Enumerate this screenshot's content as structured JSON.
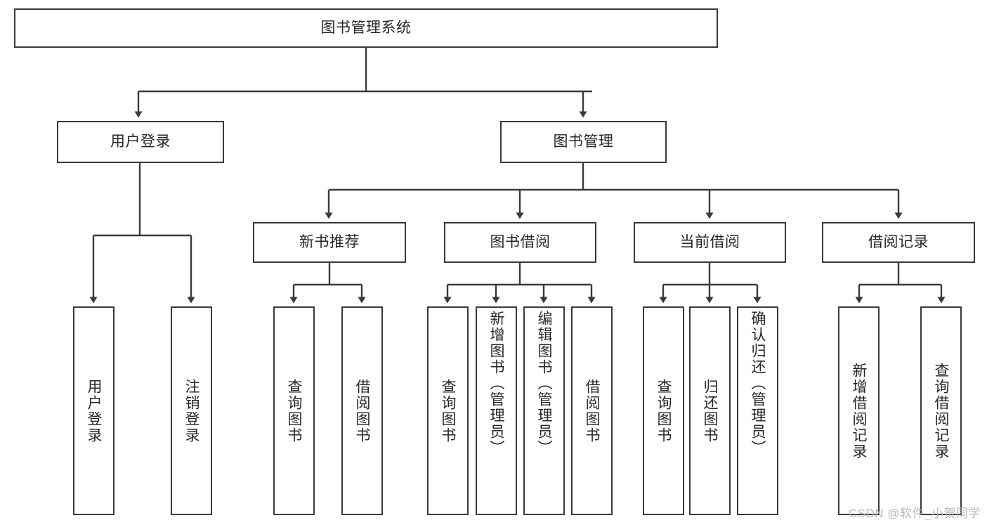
{
  "diagram": {
    "type": "tree-hierarchy",
    "title": "图书管理系统",
    "orientation": "top-down",
    "colors": {
      "box_border": "#3a3a3a",
      "box_fill": "#ffffff",
      "edge": "#3a3a3a",
      "text": "#262626",
      "watermark": "#b9b9b9"
    },
    "root": {
      "label": "图书管理系统"
    },
    "level2": [
      {
        "label": "用户登录"
      },
      {
        "label": "图书管理"
      }
    ],
    "level3": [
      {
        "label": "新书推荐"
      },
      {
        "label": "图书借阅"
      },
      {
        "label": "当前借阅"
      },
      {
        "label": "借阅记录"
      }
    ],
    "leaves": {
      "user_login": [
        {
          "label": "用户登录"
        },
        {
          "label": "注销登录"
        }
      ],
      "new_book_recommend": [
        {
          "label": "查询图书"
        },
        {
          "label": "借阅图书"
        }
      ],
      "book_borrow": [
        {
          "label": "查询图书"
        },
        {
          "label": "新增图书（管理员）"
        },
        {
          "label": "编辑图书（管理员）"
        },
        {
          "label": "借阅图书"
        }
      ],
      "current_borrow": [
        {
          "label": "查询图书"
        },
        {
          "label": "归还图书"
        },
        {
          "label": "确认归还（管理员）"
        }
      ],
      "borrow_record": [
        {
          "label": "新增借阅记录"
        },
        {
          "label": "查询借阅记录"
        }
      ]
    },
    "watermark": "CSDN @软件_小贺同学"
  }
}
